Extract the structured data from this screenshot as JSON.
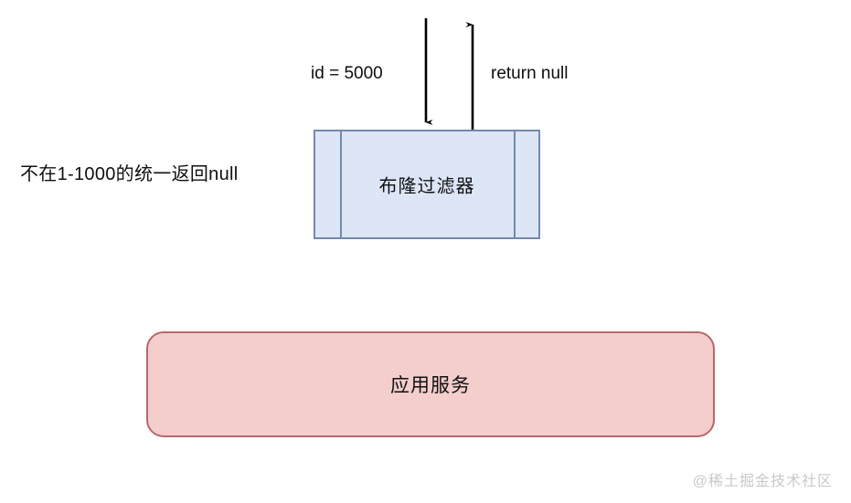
{
  "diagram": {
    "title": "Bloom filter null-return flow",
    "background_color": "#ffffff",
    "nodes": [
      {
        "id": "bloom-filter",
        "label": "布隆过滤器",
        "shape": "process",
        "fill_color": "#dce6f7",
        "border_color": "#7489ad"
      },
      {
        "id": "application-service",
        "label": "应用服务",
        "shape": "rounded-rectangle",
        "fill_color": "#f4cdcd",
        "border_color": "#b5696b"
      }
    ],
    "edges": [
      {
        "id": "request-edge",
        "label": "id = 5000",
        "direction": "down",
        "color": "#000000"
      },
      {
        "id": "response-edge",
        "label": "return null",
        "direction": "up",
        "color": "#000000"
      }
    ],
    "annotations": [
      {
        "id": "side-note",
        "text": "不在1-1000的统一返回null"
      }
    ],
    "watermark": "@稀土掘金技术社区"
  }
}
